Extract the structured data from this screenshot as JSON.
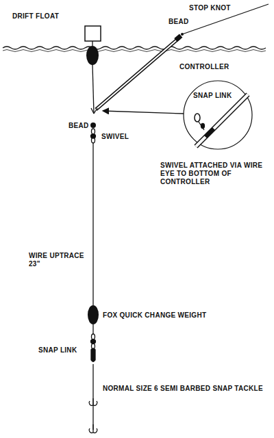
{
  "diagram": {
    "labels": [
      "DRIFT FLOAT",
      "STOP KNOT",
      "BEAD",
      "CONTROLLER",
      "SNAP LINK",
      "BEAD",
      "SWIVEL",
      "SWIVEL ATTACHED VIA WIRE EYE TO BOTTOM OF CONTROLLER",
      "WIRE UPTRACE 23\"",
      "FOX QUICK CHANGE WEIGHT",
      "SNAP LINK",
      "NORMAL SIZE 6 SEMI BARBED SNAP TACKLE"
    ]
  }
}
